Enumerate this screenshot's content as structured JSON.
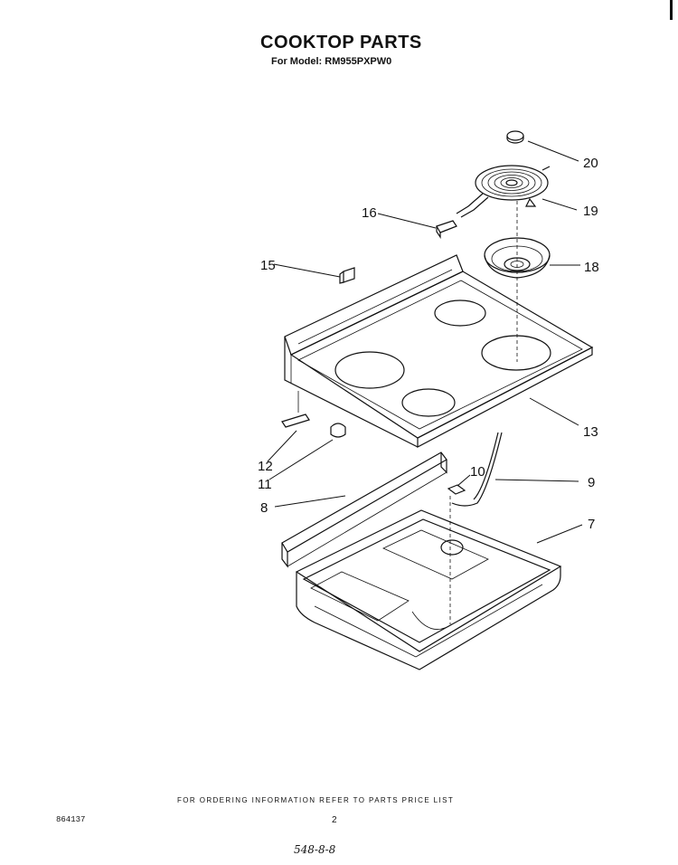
{
  "header": {
    "title": "COOKTOP PARTS",
    "subtitle": "For Model: RM955PXPW0"
  },
  "callouts": {
    "c20": "20",
    "c19": "19",
    "c18": "18",
    "c16": "16",
    "c15": "15",
    "c13": "13",
    "c12": "12",
    "c11": "11",
    "c10": "10",
    "c9": "9",
    "c8": "8",
    "c7": "7"
  },
  "footer": {
    "note": "FOR ORDERING INFORMATION REFER TO PARTS PRICE LIST",
    "doc_number": "864137",
    "page_number": "2",
    "handwritten": "548-8-8"
  }
}
